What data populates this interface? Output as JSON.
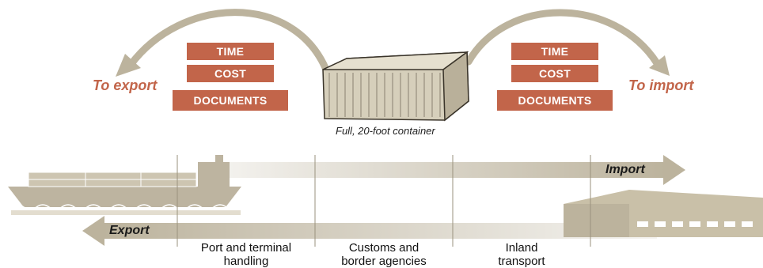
{
  "top": {
    "export_label": "To export",
    "import_label": "To import",
    "left_boxes": [
      "TIME",
      "COST",
      "DOCUMENTS"
    ],
    "right_boxes": [
      "TIME",
      "COST",
      "DOCUMENTS"
    ],
    "container_caption": "Full, 20-foot container"
  },
  "flows": {
    "import_label": "Import",
    "export_label": "Export"
  },
  "stages": [
    {
      "line1": "Port and terminal",
      "line2": "handling"
    },
    {
      "line1": "Customs and",
      "line2": "border agencies"
    },
    {
      "line1": "Inland",
      "line2": "transport"
    }
  ],
  "colors": {
    "accent": "#c2654a",
    "arrow": "#bcb39d",
    "container": "#cfc7b2",
    "warehouse": "#c9c0a8"
  }
}
